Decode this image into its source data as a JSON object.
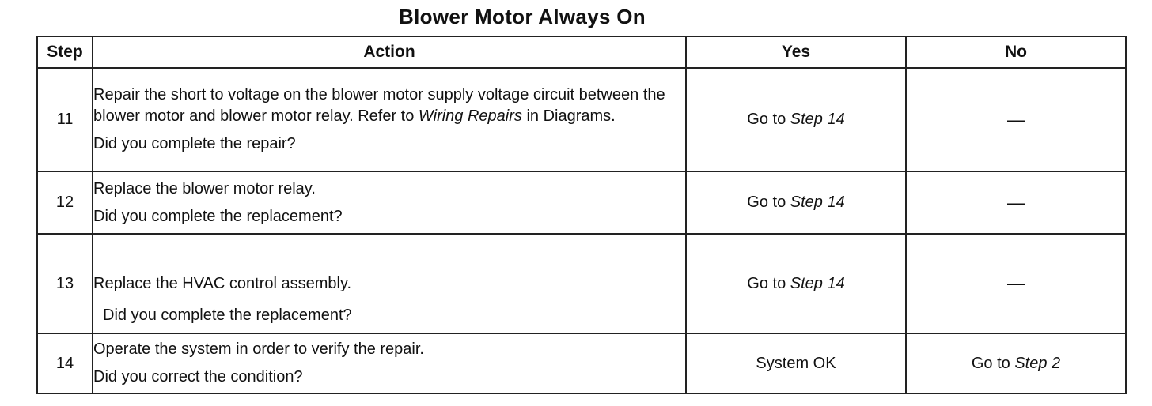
{
  "title": "Blower Motor Always On",
  "headers": {
    "step": "Step",
    "action": "Action",
    "yes": "Yes",
    "no": "No"
  },
  "rows": [
    {
      "step": "11",
      "action_pre": "Repair the short to voltage on the blower motor supply voltage circuit between the blower motor and blower motor relay. Refer to ",
      "action_ref": "Wiring Repairs",
      "action_post": " in Diagrams.",
      "question": "Did you complete the repair?",
      "yes_prefix": "Go to ",
      "yes_ref": "Step 14",
      "no": "—"
    },
    {
      "step": "12",
      "action": "Replace the blower motor relay.",
      "question": "Did you complete the replacement?",
      "yes_prefix": "Go to ",
      "yes_ref": "Step 14",
      "no": "—"
    },
    {
      "step": "13",
      "action": "Replace the HVAC control assembly.",
      "question": "Did you complete the replacement?",
      "yes_prefix": "Go to ",
      "yes_ref": "Step 14",
      "no": "—"
    },
    {
      "step": "14",
      "action": "Operate the system in order to verify the repair.",
      "question": "Did you correct the condition?",
      "yes_text": "System OK",
      "no_prefix": "Go to ",
      "no_ref": "Step 2"
    }
  ]
}
